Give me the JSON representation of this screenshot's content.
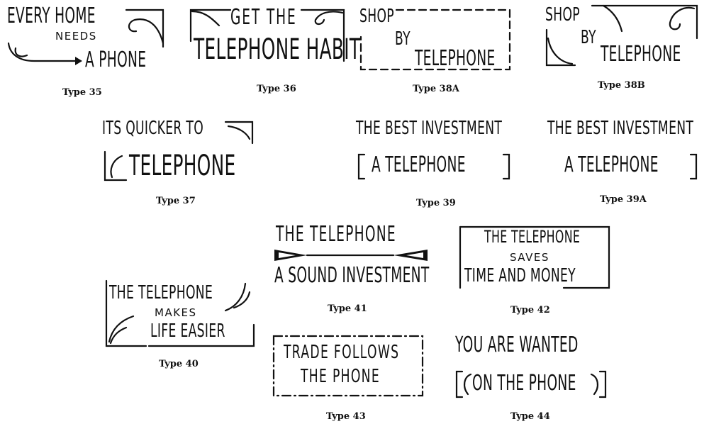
{
  "colors": {
    "ink": "#111111",
    "paper": "#ffffff"
  },
  "stamps": {
    "t35": {
      "lines": [
        "EVERY HOME",
        "NEEDS",
        "A PHONE"
      ],
      "caption": "Type 35"
    },
    "t36": {
      "lines": [
        "GET THE",
        "TELEPHONE HABIT"
      ],
      "caption": "Type 36"
    },
    "t38a": {
      "lines": [
        "SHOP",
        "BY",
        "TELEPHONE"
      ],
      "caption": "Type 38A"
    },
    "t38b": {
      "lines": [
        "SHOP",
        "BY",
        "TELEPHONE"
      ],
      "caption": "Type 38B"
    },
    "t37": {
      "lines": [
        "ITS QUICKER TO",
        "TELEPHONE"
      ],
      "caption": "Type 37"
    },
    "t39": {
      "lines": [
        "THE BEST INVESTMENT",
        "A TELEPHONE"
      ],
      "caption": "Type 39"
    },
    "t39a": {
      "lines": [
        "THE BEST INVESTMENT",
        "A TELEPHONE"
      ],
      "caption": "Type 39A"
    },
    "t41": {
      "lines": [
        "THE TELEPHONE",
        "A SOUND INVESTMENT"
      ],
      "caption": "Type 41"
    },
    "t42": {
      "lines": [
        "THE TELEPHONE",
        "SAVES",
        "TIME AND MONEY"
      ],
      "caption": "Type 42"
    },
    "t40": {
      "lines": [
        "THE TELEPHONE",
        "MAKES",
        "LIFE EASIER"
      ],
      "caption": "Type 40"
    },
    "t43": {
      "lines": [
        "TRADE FOLLOWS",
        "THE PHONE"
      ],
      "caption": "Type 43"
    },
    "t44": {
      "lines": [
        "YOU ARE WANTED",
        "ON THE PHONE"
      ],
      "caption": "Type 44"
    }
  }
}
